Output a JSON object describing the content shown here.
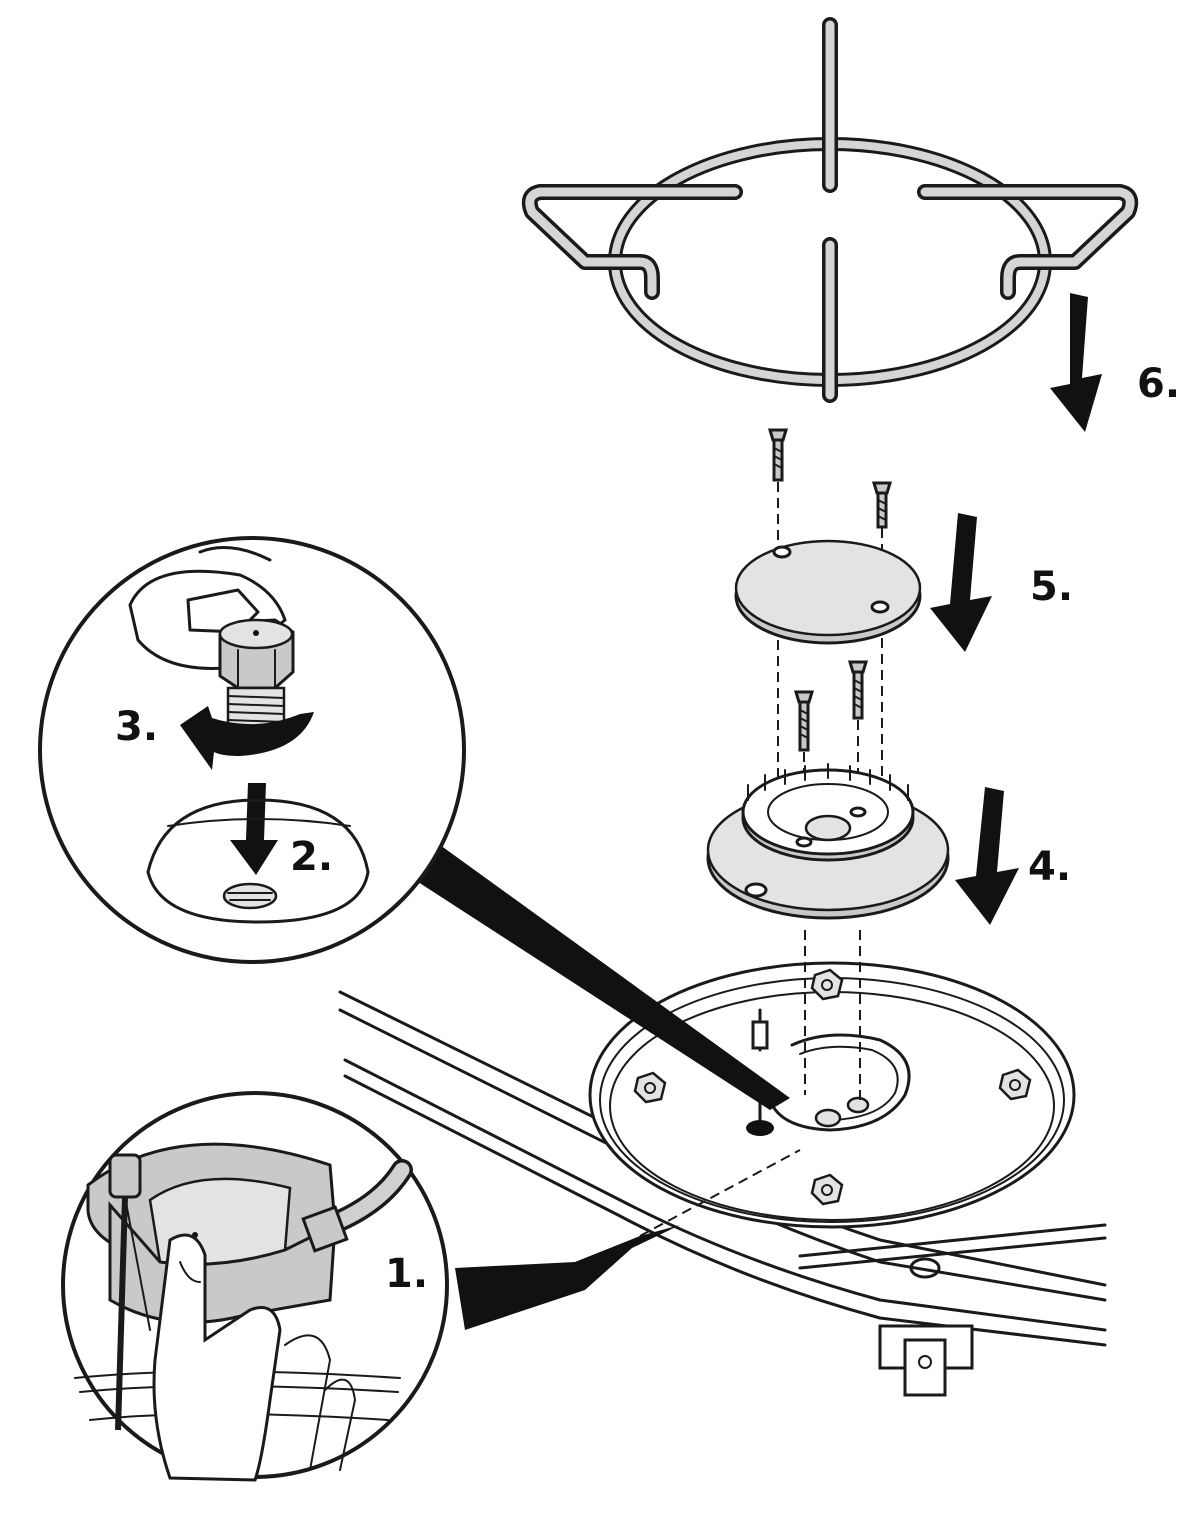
{
  "steps": [
    {
      "number": "1.",
      "description": "gas connection / injector holder underneath hob"
    },
    {
      "number": "2.",
      "description": "insert injector"
    },
    {
      "number": "3.",
      "description": "screw in injector"
    },
    {
      "number": "4.",
      "description": "place burner body"
    },
    {
      "number": "5.",
      "description": "place burner cap with screws"
    },
    {
      "number": "6.",
      "description": "place pan support"
    }
  ],
  "colors": {
    "line": "#1a1a1a",
    "part_fill": "#c9c9c9",
    "light_fill": "#e3e3e3",
    "arrow": "#111111",
    "background": "#ffffff"
  }
}
